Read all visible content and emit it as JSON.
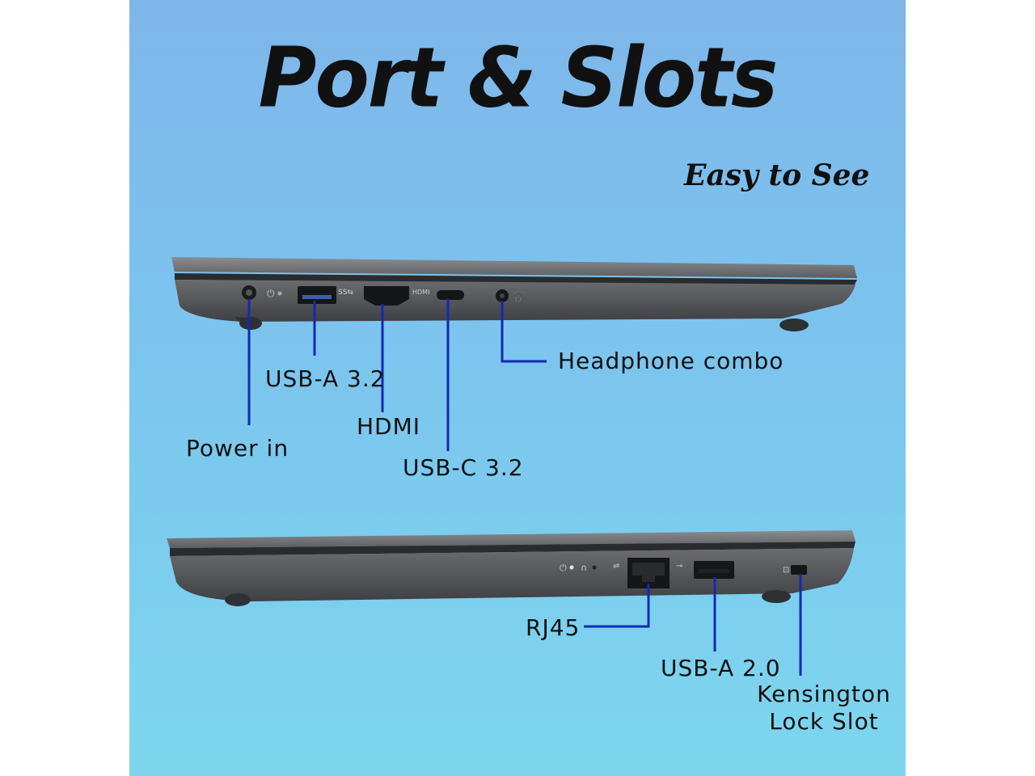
{
  "header": {
    "title": "Port & Slots",
    "subtitle": "Easy to See"
  },
  "left_side": {
    "port_labels": [
      "USB-A 3.2",
      "Headphone combo",
      "HDMI",
      "Power in",
      "USB-C 3.2"
    ],
    "icons": [
      "power-jack-icon",
      "usb-a-port-icon",
      "hdmi-port-icon",
      "usb-c-port-icon",
      "audio-jack-icon"
    ]
  },
  "right_side": {
    "port_labels": [
      "RJ45",
      "USB-A 2.0"
    ],
    "kensington": {
      "line1": "Kensington",
      "line2": "Lock Slot"
    },
    "icons": [
      "rj45-port-icon",
      "usb-a-port-icon",
      "lock-slot-icon"
    ]
  },
  "colors": {
    "background_top": "#7fb6ea",
    "background_bottom": "#7dd6ee",
    "leader_line": "#1428b4",
    "laptop_body": "#5a5c60"
  }
}
